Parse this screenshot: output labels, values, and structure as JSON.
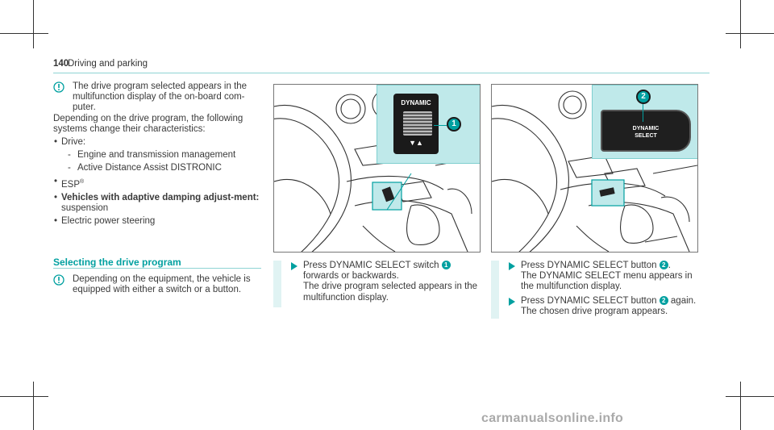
{
  "header": {
    "page_number": "140",
    "section": "Driving and parking"
  },
  "col1": {
    "note1": "The drive program selected appears in the multifunction display of the on-board com-puter.",
    "intro": "Depending on the drive program, the following systems change their characteristics:",
    "bullet_drive": "Drive:",
    "sub1": "Engine and transmission management",
    "sub2": "Active Distance Assist DISTRONIC",
    "bullet_esp": "ESP",
    "bullet_esp_sup": "®",
    "bullet_veh_bold": "Vehicles with adaptive damping adjust-ment:",
    "bullet_veh_rest": " suspension",
    "bullet_steer": "Electric power steering",
    "section_title": "Selecting the drive program",
    "note2": "Depending on the equipment, the vehicle is equipped with either a switch or a button."
  },
  "figure1": {
    "switch_label": "DYNAMIC",
    "arrows": "▼▲",
    "callout": "1"
  },
  "figure2": {
    "button_label_line1": "DYNAMIC",
    "button_label_line2": "SELECT",
    "callout": "2"
  },
  "step1": {
    "pre": "Press DYNAMIC SELECT switch ",
    "num": "1",
    "post": " forwards or backwards.",
    "line2": "The drive program selected appears in the multifunction display."
  },
  "step2": {
    "pre": "Press DYNAMIC SELECT button ",
    "num": "2",
    "post": ".",
    "line2": "The DYNAMIC SELECT menu appears in the multifunction display."
  },
  "step3": {
    "pre": "Press DYNAMIC SELECT button ",
    "num": "2",
    "post": " again.",
    "line2": "The chosen drive program appears."
  },
  "watermark": "carmanualsonline.info",
  "colors": {
    "accent": "#00a0a0",
    "inset_bg": "#bfe9ea",
    "rule": "#8fd4d4"
  }
}
